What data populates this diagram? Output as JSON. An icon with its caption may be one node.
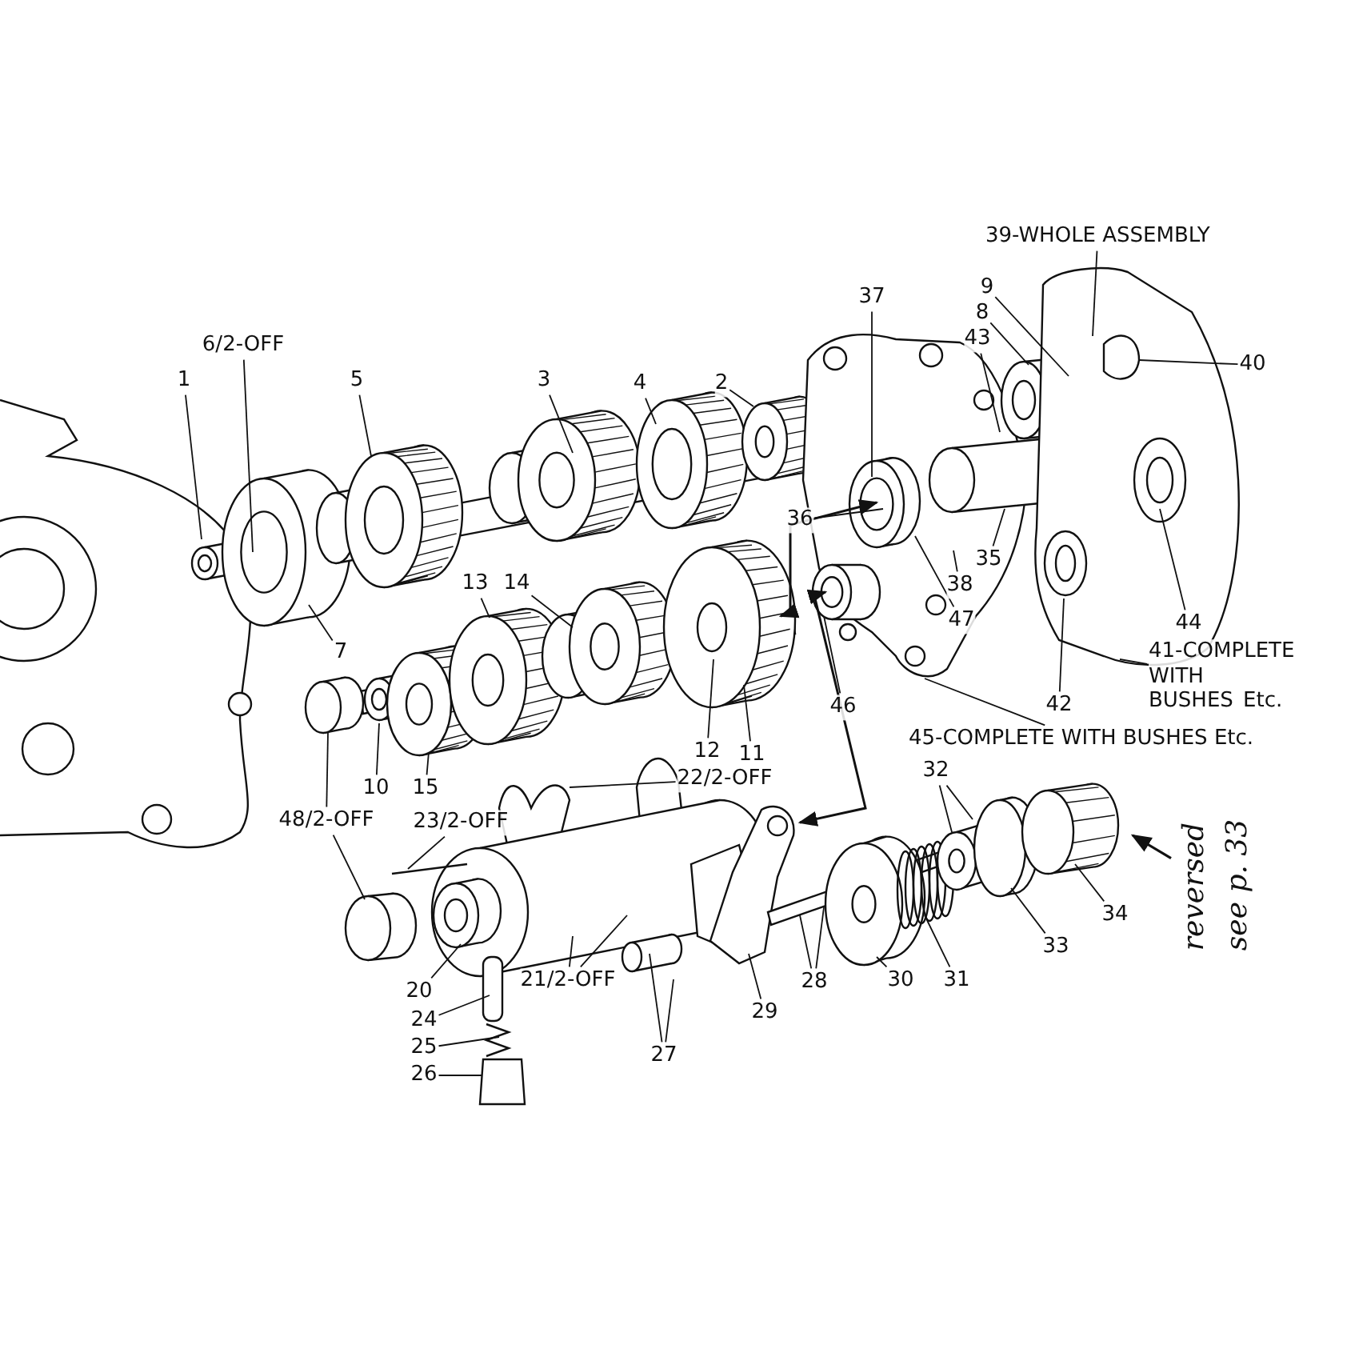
{
  "diagram": {
    "nodes": [
      {
        "text": [
          "1"
        ]
      },
      {
        "text": [
          "6/2-OFF"
        ]
      },
      {
        "text": [
          "5"
        ]
      },
      {
        "text": [
          "3"
        ]
      },
      {
        "text": [
          "4"
        ]
      },
      {
        "text": [
          "2"
        ]
      },
      {
        "text": [
          "37"
        ]
      },
      {
        "text": [
          "39-WHOLE ASSEMBLY"
        ]
      },
      {
        "text": [
          "9"
        ]
      },
      {
        "text": [
          "8"
        ]
      },
      {
        "text": [
          "43"
        ]
      },
      {
        "text": [
          "40"
        ]
      },
      {
        "text": [
          "36"
        ]
      },
      {
        "text": [
          "13"
        ]
      },
      {
        "text": [
          "14"
        ]
      },
      {
        "text": [
          "7"
        ]
      },
      {
        "text": [
          "38"
        ]
      },
      {
        "text": [
          "35"
        ]
      },
      {
        "text": [
          "47"
        ]
      },
      {
        "text": [
          "44"
        ]
      },
      {
        "text": [
          "41-COMPLETE WITH BUSHES Etc."
        ]
      },
      {
        "text": [
          "42"
        ]
      },
      {
        "text": [
          "46"
        ]
      },
      {
        "text": [
          "45-COMPLETE WITH BUSHES Etc."
        ]
      },
      {
        "text": [
          "12"
        ]
      },
      {
        "text": [
          "11"
        ]
      },
      {
        "text": [
          "15"
        ]
      },
      {
        "text": [
          "10"
        ]
      },
      {
        "text": [
          "48/2-OFF"
        ]
      },
      {
        "text": [
          "23/2-OFF"
        ]
      },
      {
        "text": [
          "22/2-OFF"
        ]
      },
      {
        "text": [
          "20"
        ]
      },
      {
        "text": [
          "24"
        ]
      },
      {
        "text": [
          "25"
        ]
      },
      {
        "text": [
          "26"
        ]
      },
      {
        "text": [
          "21/2-OFF"
        ]
      },
      {
        "text": [
          "27"
        ]
      },
      {
        "text": [
          "29"
        ]
      },
      {
        "text": [
          "28"
        ]
      },
      {
        "text": [
          "30"
        ]
      },
      {
        "text": [
          "31"
        ]
      },
      {
        "text": [
          "32"
        ]
      },
      {
        "text": [
          "33"
        ]
      },
      {
        "text": [
          "34"
        ]
      },
      {
        "text": [
          "reversed",
          "see p. 33"
        ]
      }
    ],
    "edges": [
      {
        "from": 0,
        "to": null,
        "arrow": "none"
      },
      {
        "from": 1,
        "to": null,
        "arrow": "none"
      },
      {
        "from": 2,
        "to": null,
        "arrow": "none"
      },
      {
        "from": 3,
        "to": null,
        "arrow": "none"
      },
      {
        "from": 4,
        "to": null,
        "arrow": "none"
      },
      {
        "from": 5,
        "to": null,
        "arrow": "none"
      },
      {
        "from": 6,
        "to": null,
        "arrow": "none"
      },
      {
        "from": 7,
        "to": null,
        "arrow": "none"
      },
      {
        "from": 8,
        "to": null,
        "arrow": "none"
      },
      {
        "from": 9,
        "to": null,
        "arrow": "none"
      },
      {
        "from": 10,
        "to": null,
        "arrow": "none"
      },
      {
        "from": 11,
        "to": null,
        "arrow": "none"
      },
      {
        "from": 12,
        "to": null,
        "arrow": "none"
      },
      {
        "from": 13,
        "to": null,
        "arrow": "none"
      },
      {
        "from": 14,
        "to": null,
        "arrow": "none"
      },
      {
        "from": 15,
        "to": null,
        "arrow": "none"
      },
      {
        "from": 16,
        "to": null,
        "arrow": "none"
      },
      {
        "from": 17,
        "to": null,
        "arrow": "none"
      },
      {
        "from": 18,
        "to": null,
        "arrow": "none"
      },
      {
        "from": 19,
        "to": null,
        "arrow": "none"
      },
      {
        "from": 20,
        "to": null,
        "arrow": "none"
      },
      {
        "from": 21,
        "to": null,
        "arrow": "none"
      },
      {
        "from": 22,
        "to": null,
        "arrow": "none"
      },
      {
        "from": 23,
        "to": null,
        "arrow": "none"
      },
      {
        "from": 24,
        "to": null,
        "arrow": "none"
      },
      {
        "from": 25,
        "to": null,
        "arrow": "none"
      },
      {
        "from": 26,
        "to": null,
        "arrow": "none"
      },
      {
        "from": 27,
        "to": null,
        "arrow": "none"
      },
      {
        "from": 28,
        "to": null,
        "arrow": "none"
      },
      {
        "from": 28,
        "to": null,
        "arrow": "none"
      },
      {
        "from": 29,
        "to": null,
        "arrow": "none"
      },
      {
        "from": 30,
        "to": null,
        "arrow": "none"
      },
      {
        "from": 31,
        "to": null,
        "arrow": "none"
      },
      {
        "from": 32,
        "to": null,
        "arrow": "none"
      },
      {
        "from": 33,
        "to": null,
        "arrow": "none"
      },
      {
        "from": 34,
        "to": null,
        "arrow": "none"
      },
      {
        "from": 35,
        "to": null,
        "arrow": "none"
      },
      {
        "from": 35,
        "to": null,
        "arrow": "none"
      },
      {
        "from": 36,
        "to": null,
        "arrow": "none"
      },
      {
        "from": 36,
        "to": null,
        "arrow": "none"
      },
      {
        "from": 37,
        "to": null,
        "arrow": "none"
      },
      {
        "from": 38,
        "to": null,
        "arrow": "none"
      },
      {
        "from": 38,
        "to": null,
        "arrow": "none"
      },
      {
        "from": 39,
        "to": null,
        "arrow": "none"
      },
      {
        "from": 40,
        "to": null,
        "arrow": "none"
      },
      {
        "from": 41,
        "to": null,
        "arrow": "none"
      },
      {
        "from": 41,
        "to": null,
        "arrow": "none"
      },
      {
        "from": 42,
        "to": null,
        "arrow": "none"
      },
      {
        "from": 43,
        "to": null,
        "arrow": "none"
      },
      {
        "from": 44,
        "to": null,
        "arrow": "to"
      }
    ]
  }
}
